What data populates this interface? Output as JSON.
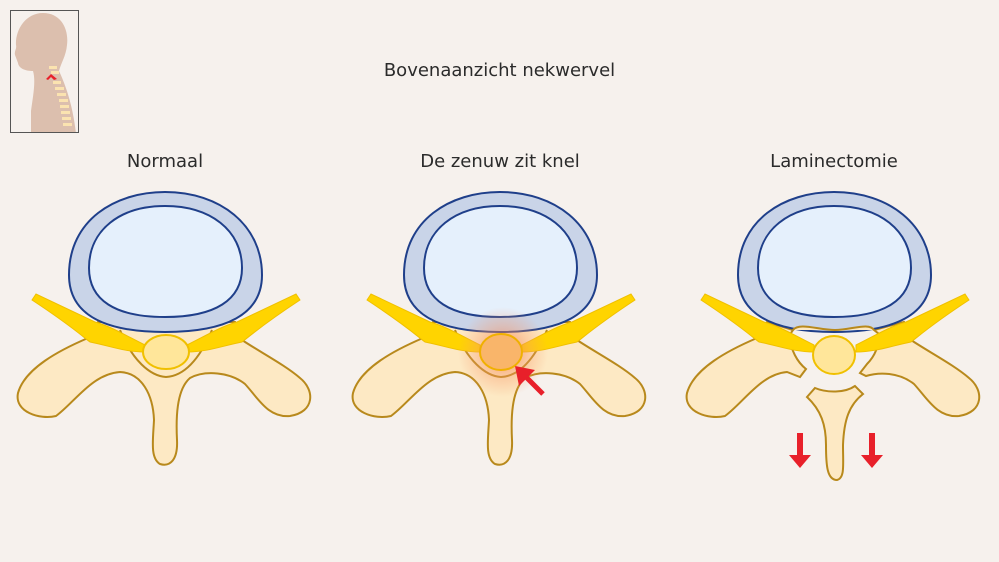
{
  "title": "Bovenaanzicht nekwervel",
  "panels": [
    {
      "label": "Normaal"
    },
    {
      "label": "De zenuw zit knel"
    },
    {
      "label": "Laminectomie"
    }
  ],
  "colors": {
    "background": "#f6f1ed",
    "disc_outer": "#c9d4e8",
    "disc_inner": "#e5f0fc",
    "disc_stroke": "#1f3f8a",
    "bone": "#fde9c4",
    "bone_stroke": "#b8891c",
    "nerve": "#ffd400",
    "cord": "#ffe69a",
    "arrow": "#e8202a",
    "inflammation": "#f79a6a"
  },
  "icons": [
    "head-neck-thumbnail",
    "red-arrow-up-left",
    "red-arrow-down"
  ]
}
